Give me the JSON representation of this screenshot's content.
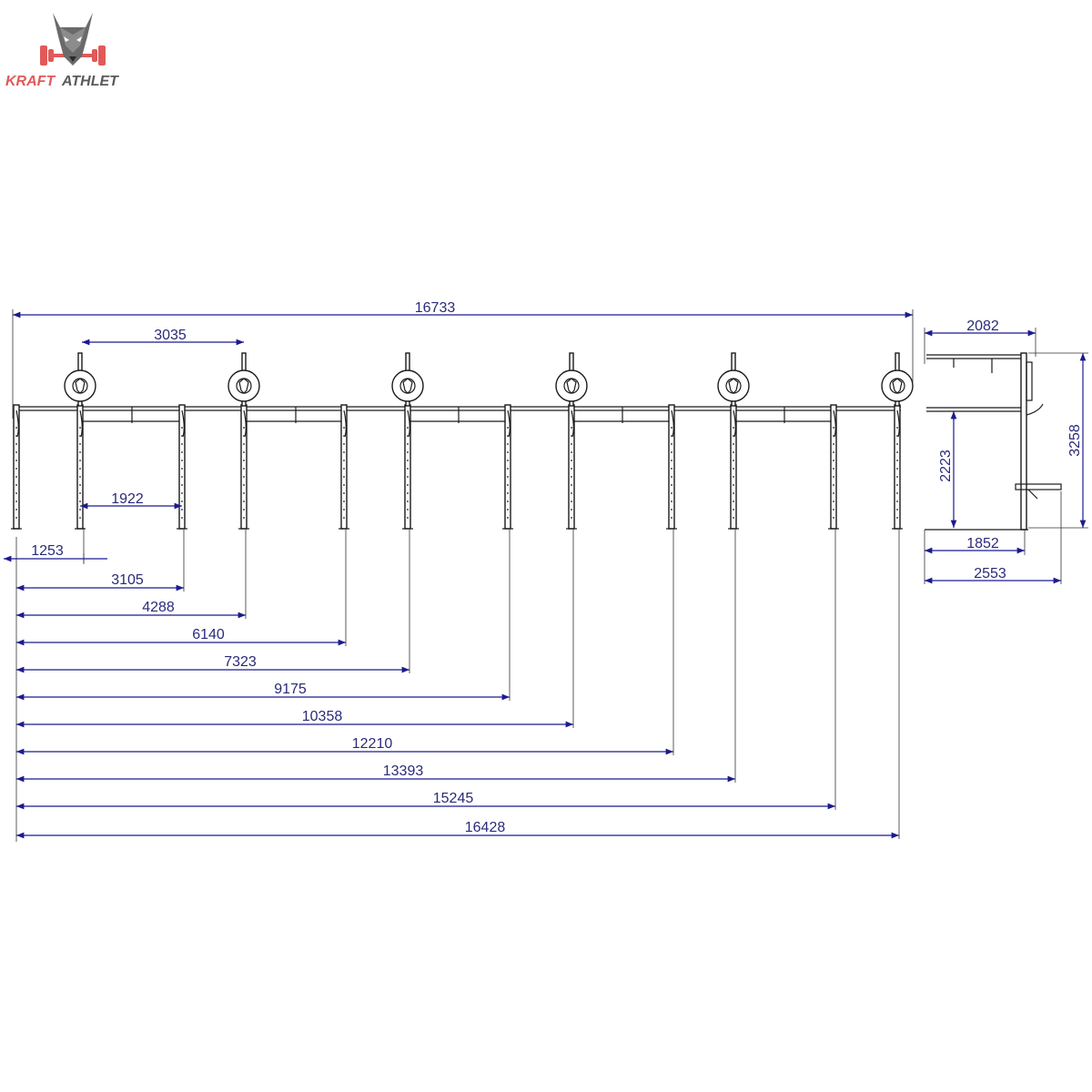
{
  "brand": {
    "name_part1": "KRAFT",
    "name_part2": "ATHLET",
    "color_primary": "#e05a5a",
    "color_secondary": "#5a5a5a",
    "logo_icon": "wolf-barbell-icon"
  },
  "colors": {
    "dimension": "#1b1b8f",
    "dimension_text": "#2a2a7a",
    "frame": "#1a1a1a"
  },
  "front_view": {
    "overall_width": "16733",
    "target_spacing": "3035",
    "bay_width": "1922",
    "cumulative_dimensions": [
      "1253",
      "3105",
      "4288",
      "6140",
      "7323",
      "9175",
      "10358",
      "12210",
      "13393",
      "15245",
      "16428"
    ]
  },
  "side_view": {
    "top_width": "2082",
    "height": "3258",
    "inner_height": "2223",
    "depth_inner": "1852",
    "depth_overall": "2553"
  }
}
